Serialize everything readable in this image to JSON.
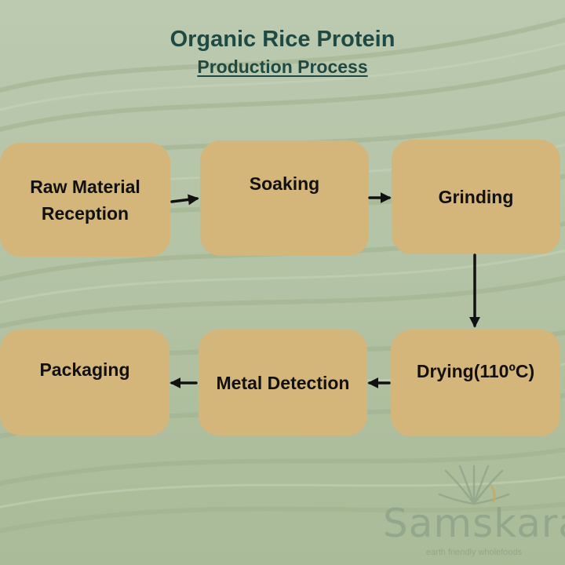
{
  "title": "Organic Rice Protein",
  "subtitle": "Production Process",
  "steps": [
    {
      "label": "Raw Material Reception"
    },
    {
      "label": "Soaking"
    },
    {
      "label": "Grinding"
    },
    {
      "label": "Drying(110ºC)"
    },
    {
      "label": "Metal Detection"
    },
    {
      "label": "Packaging"
    }
  ],
  "brand": {
    "name": "Samskara",
    "tagline": "earth friendly wholefoods"
  },
  "colors": {
    "background": "#b4c3a5",
    "step_fill": "#d4b57a",
    "title": "#1f4a44",
    "arrow": "#111111"
  }
}
